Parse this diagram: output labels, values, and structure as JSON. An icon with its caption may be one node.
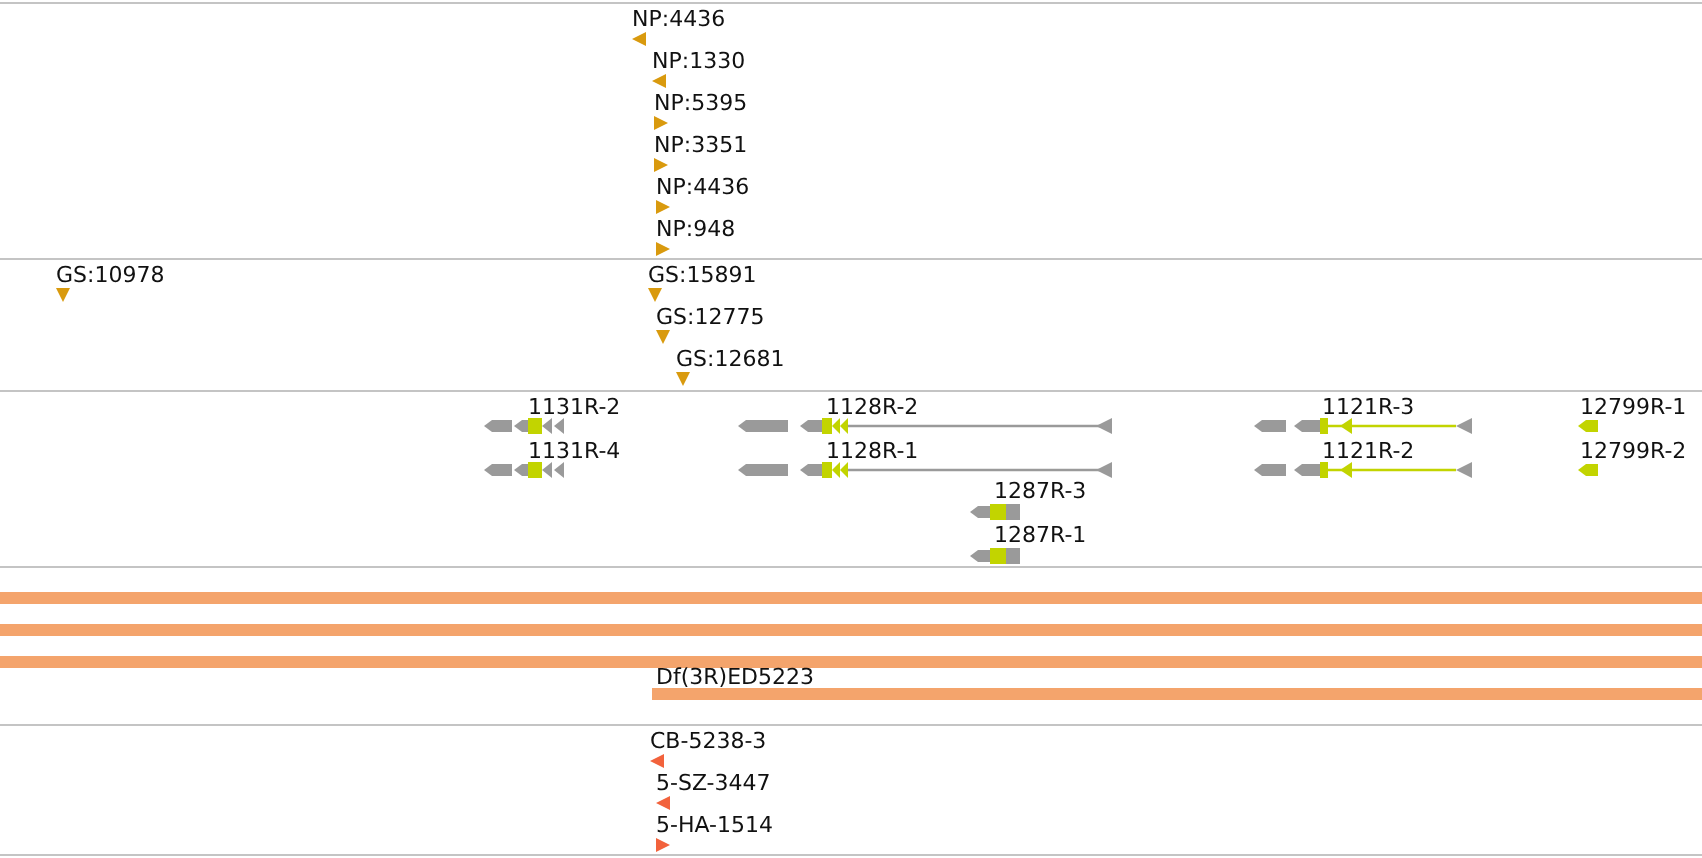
{
  "diagram": {
    "nodes": [
      {
        "text": [
          "NP:4436"
        ]
      },
      {
        "text": [
          "NP:1330"
        ]
      },
      {
        "text": [
          "NP:5395"
        ]
      },
      {
        "text": [
          "NP:3351"
        ]
      },
      {
        "text": [
          "NP:4436"
        ]
      },
      {
        "text": [
          "NP:948"
        ]
      },
      {
        "text": [
          "GS:10978"
        ]
      },
      {
        "text": [
          "GS:15891"
        ]
      },
      {
        "text": [
          "GS:12775"
        ]
      },
      {
        "text": [
          "GS:12681"
        ]
      },
      {
        "text": [
          "1131R-2"
        ]
      },
      {
        "text": [
          "1128R-2"
        ]
      },
      {
        "text": [
          "1121R-3"
        ]
      },
      {
        "text": [
          "12799R-1"
        ]
      },
      {
        "text": [
          "1131R-4"
        ]
      },
      {
        "text": [
          "1128R-1"
        ]
      },
      {
        "text": [
          "1121R-2"
        ]
      },
      {
        "text": [
          "12799R-2"
        ]
      },
      {
        "text": [
          "1287R-3"
        ]
      },
      {
        "text": [
          "1287R-1"
        ]
      },
      {
        "text": [],
        "shape": "bar"
      },
      {
        "text": [],
        "shape": "bar"
      },
      {
        "text": [],
        "shape": "bar"
      },
      {
        "text": [
          "Df(3R)ED5223"
        ]
      },
      {
        "text": [
          "CB-5238-3"
        ]
      },
      {
        "text": [
          "5-SZ-3447"
        ]
      },
      {
        "text": [
          "5-HA-1514"
        ]
      }
    ]
  }
}
